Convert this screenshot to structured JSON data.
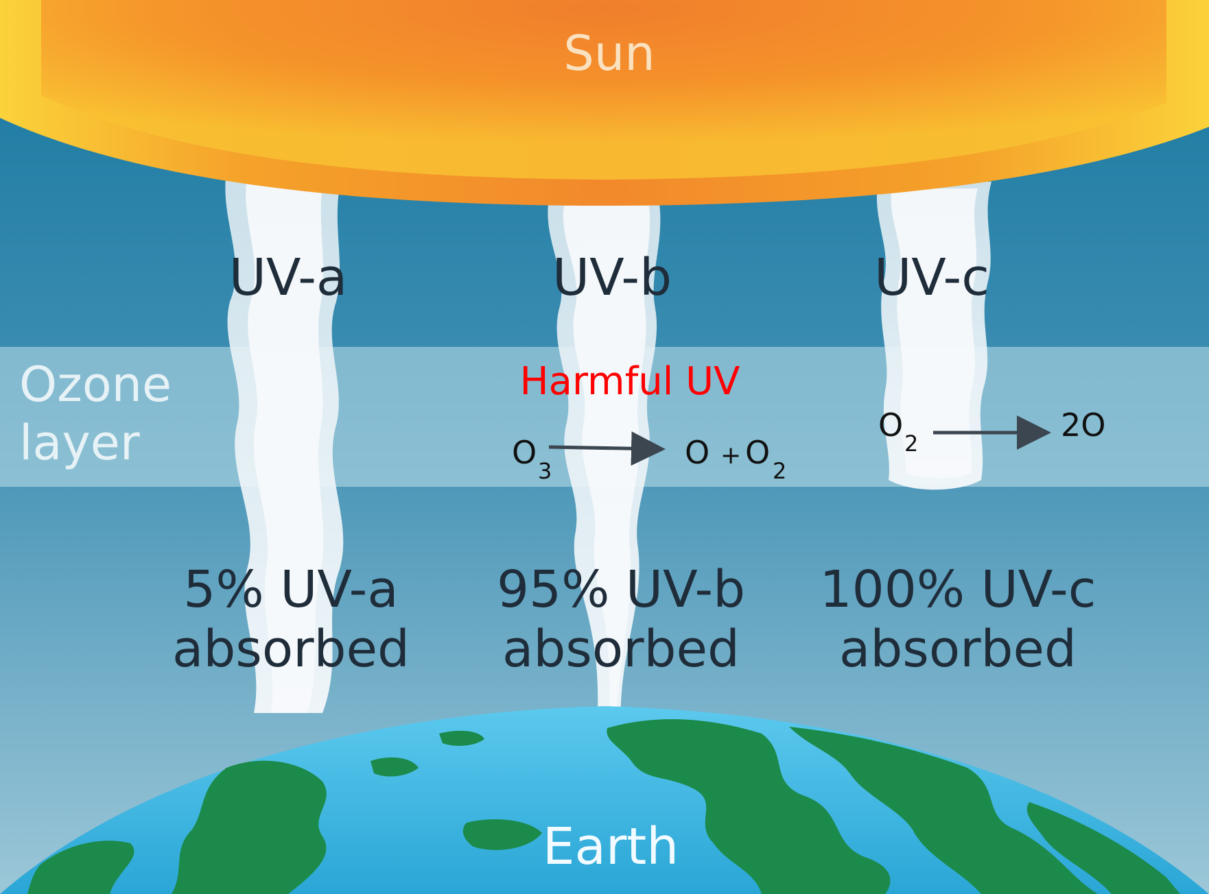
{
  "labels": {
    "sun": "Sun",
    "earth": "Earth",
    "ozone_line1": "Ozone",
    "ozone_line2": "layer",
    "harmful": "Harmful UV"
  },
  "beams": [
    {
      "name": "UV-a",
      "absorbed_line1": "5% UV-a",
      "absorbed_line2": "absorbed",
      "absorbed_percent": 5
    },
    {
      "name": "UV-b",
      "absorbed_line1": "95% UV-b",
      "absorbed_line2": "absorbed",
      "absorbed_percent": 95
    },
    {
      "name": "UV-c",
      "absorbed_line1": "100% UV-c",
      "absorbed_line2": "absorbed",
      "absorbed_percent": 100
    }
  ],
  "reactions": {
    "uvb": {
      "reactant": "O",
      "reactant_sub": "3",
      "product_a": "O",
      "plus": "+",
      "product_b": "O",
      "product_b_sub": "2"
    },
    "uvc": {
      "reactant": "O",
      "reactant_sub": "2",
      "product": "2O"
    }
  },
  "colors": {
    "sky_top": "#1b7ea6",
    "sky_bottom": "#8fbfd2",
    "ozone_band": "#a9d3e0",
    "sun_edge": "#f7a21e",
    "sun_core": "#f0842c",
    "earth_ocean": "#3fb8e2",
    "earth_land": "#1c8a4a",
    "harmful_text": "#ff0000",
    "text_dark": "#1f2d3a"
  }
}
